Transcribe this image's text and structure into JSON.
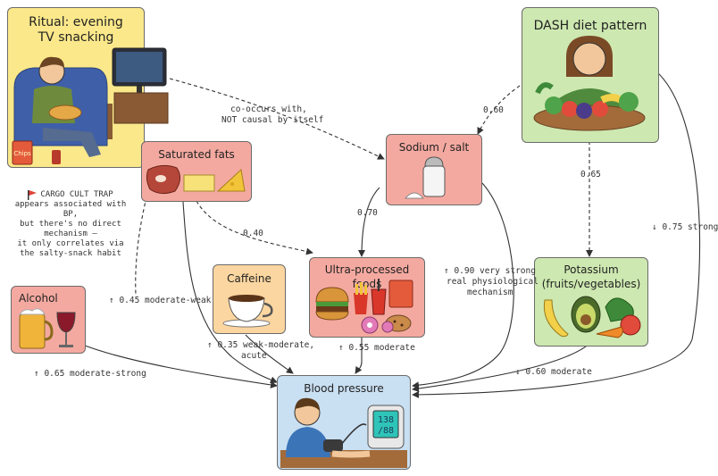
{
  "nodes": {
    "ritual": {
      "title_line1": "Ritual: evening",
      "title_line2": "TV snacking",
      "bag_text": "Chips"
    },
    "dash": {
      "title": "DASH diet pattern"
    },
    "satfats": {
      "title": "Saturated fats"
    },
    "sodium": {
      "title": "Sodium / salt"
    },
    "alcohol": {
      "title": "Alcohol"
    },
    "caffeine": {
      "title": "Caffeine"
    },
    "ultra": {
      "title": "Ultra-processed foods"
    },
    "potassium": {
      "title_line1": "Potassium",
      "title_line2": "(fruits/vegetables)"
    },
    "bp": {
      "title": "Blood pressure",
      "monitor_top": "138",
      "monitor_bottom": "/88"
    }
  },
  "edge_labels": {
    "ritual_sodium_1": "co-occurs with,",
    "ritual_sodium_2": "NOT causal by itself",
    "dash_sodium": "0.60",
    "dash_potassium": "0.65",
    "dash_bp": "↓ 0.75 strong",
    "sodium_ultra": "0.70",
    "satfats_ultra": "0.40",
    "sodium_bp_1": "↑ 0.90 very strong",
    "sodium_bp_2": "real physiological",
    "sodium_bp_3": "mechanism",
    "satfats_bp": "↑ 0.45 moderate-weak",
    "caffeine_bp_1": "↑ 0.35 weak-moderate,",
    "caffeine_bp_2": "acute",
    "ultra_bp": "↑ 0.55 moderate",
    "alcohol_bp": "↑ 0.65 moderate-strong",
    "potassium_bp": "↓ 0.60 moderate"
  },
  "annotation": {
    "line1": "CARGO CULT TRAP",
    "line2": "appears associated with",
    "line3": "BP,",
    "line4": "but there's no direct",
    "line5": "mechanism –",
    "line6": "it only correlates via",
    "line7": "the salty-snack habit",
    "flag_color": "#e0433a"
  },
  "colors": {
    "yellow": "#fbe88a",
    "red": "#f4a9a0",
    "green": "#cde8b0",
    "orange": "#fcd6a0",
    "blue": "#c9dff2"
  }
}
